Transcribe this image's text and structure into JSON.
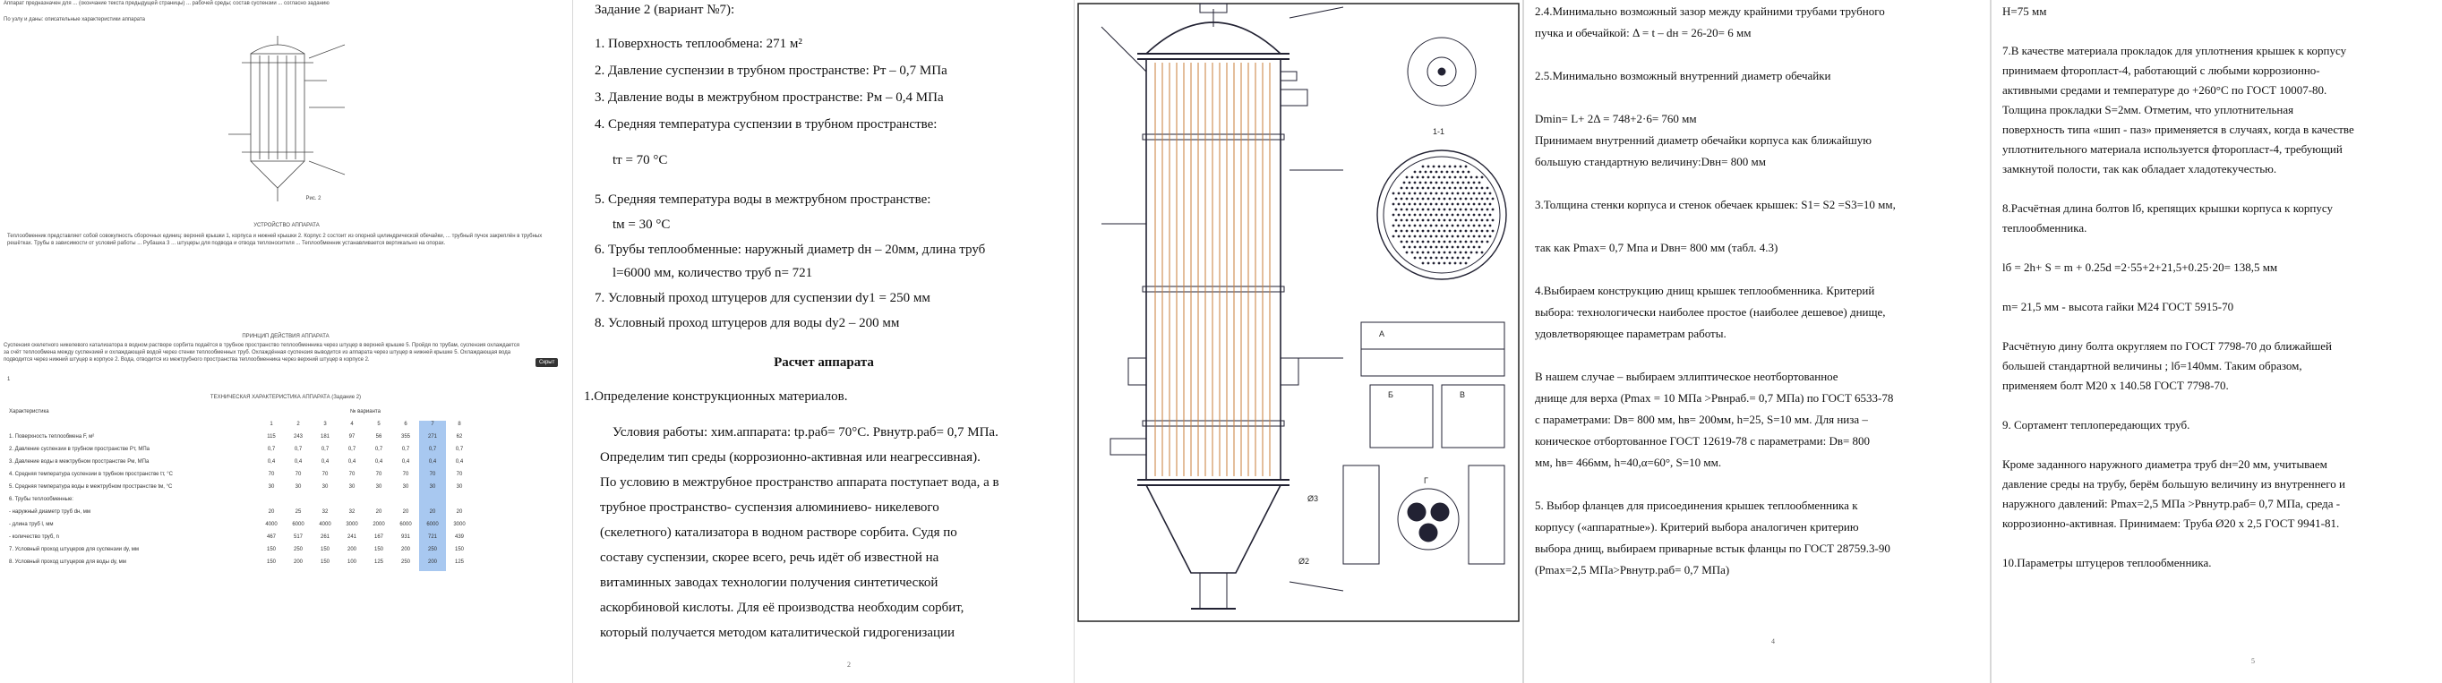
{
  "page1": {
    "top_text": "Аппарат предназначен для ... (окончание текста предыдущей страницы) ... рабочей среды; состав суспензии ... согласно заданию",
    "small_heading": "По узлу и даны: описательные характеристики аппарата",
    "fig_caption": "Рис. 2",
    "fig_title": "УСТРОЙСТВО АППАРАТА",
    "description": "Теплообменник представляет собой совокупность сборочных единиц: верхней крышки 1, корпуса и нижней крышки 2. Корпус 2 состоит из опорной цилиндрической обечайки, ... трубный пучок закреплён в трубных решётках. Трубы в зависимости от условий работы ... Рубашка 3 ... штуцеры для подвода и отвода теплоносителя ... Теплообменник устанавливается вертикально на опорах.",
    "principle_title": "ПРИНЦИП ДЕЙСТВИЯ АППАРАТА",
    "principle_text": "Суспензия скелетного никелевого катализатора в водном растворе сорбита подаётся в трубное пространство теплообменника через штуцер в верхней крышке 5. Пройдя по трубам, суспензия охлаждается за счёт теплообмена между суспензией и охлаждающей водой через стенки теплообменных труб. Охлаждённая суспензия выводится из аппарата через штуцер в нижней крышке 5. Охлаждающая вода подводится через нижний штуцер в корпусе 2. Вода, отводится из межтрубного пространства теплообменника через верхний штуцер в корпусе 2.",
    "tooltip": "Скрыт",
    "page_number": "1",
    "table_title": "ТЕХНИЧЕСКАЯ ХАРАКТЕРИСТИКА АППАРАТА (Задание 2)",
    "table_header_left": "Характеристика",
    "table_header_right": "№ варианта",
    "variants": [
      "1",
      "2",
      "3",
      "4",
      "5",
      "6",
      "7",
      "8"
    ],
    "rows": [
      {
        "label": "1. Поверхность теплообмена F, м²",
        "values": [
          "115",
          "243",
          "181",
          "97",
          "56",
          "355",
          "271",
          "62"
        ]
      },
      {
        "label": "2. Давление суспензии в трубном пространстве Pт, МПа",
        "values": [
          "0,7",
          "0,7",
          "0,7",
          "0,7",
          "0,7",
          "0,7",
          "0,7",
          "0,7"
        ]
      },
      {
        "label": "3. Давление воды в межтрубном пространстве Pм, МПа",
        "values": [
          "0,4",
          "0,4",
          "0,4",
          "0,4",
          "0,4",
          "0,4",
          "0,4",
          "0,4"
        ]
      },
      {
        "label": "4. Средняя температура суспензии в трубном пространстве tт, °С",
        "values": [
          "70",
          "70",
          "70",
          "70",
          "70",
          "70",
          "70",
          "70"
        ]
      },
      {
        "label": "5. Средняя температура воды в межтрубном пространстве tм, °С",
        "values": [
          "30",
          "30",
          "30",
          "30",
          "30",
          "30",
          "30",
          "30"
        ]
      },
      {
        "label": "6. Трубы теплообменные:",
        "values": [
          "",
          "",
          "",
          "",
          "",
          "",
          "",
          ""
        ]
      },
      {
        "label": "- наружный диаметр труб dн, мм",
        "values": [
          "20",
          "25",
          "32",
          "32",
          "20",
          "20",
          "20",
          "20"
        ]
      },
      {
        "label": "- длина труб l, мм",
        "values": [
          "4000",
          "6000",
          "4000",
          "3000",
          "2000",
          "6000",
          "6000",
          "3000"
        ]
      },
      {
        "label": "- количество труб, n",
        "values": [
          "467",
          "517",
          "261",
          "241",
          "167",
          "931",
          "721",
          "439"
        ]
      },
      {
        "label": "7. Условный проход штуцеров для суспензии dу, мм",
        "values": [
          "150",
          "250",
          "150",
          "200",
          "150",
          "200",
          "250",
          "150"
        ]
      },
      {
        "label": "8. Условный проход штуцеров для воды dу, мм",
        "values": [
          "150",
          "200",
          "150",
          "100",
          "125",
          "250",
          "200",
          "125"
        ]
      }
    ]
  },
  "page2": {
    "task_title": "Задание 2 (вариант №7):",
    "items": [
      "1.  Поверхность теплообмена: 271 м²",
      "2.  Давление суспензии в трубном пространстве: Pт – 0,7 МПа",
      "3.  Давление воды в межтрубном пространстве: Pм – 0,4 МПа",
      "4.  Средняя температура суспензии в трубном пространстве:",
      "tт = 70 °С",
      "5.  Средняя температура воды в межтрубном пространстве:",
      "tм = 30 °С",
      "6.  Трубы теплообменные: наружный диаметр dн – 20мм, длина труб",
      "l=6000 мм, количество труб n= 721",
      "7.  Условный проход штуцеров для суспензии  dу1 = 250 мм",
      "8.  Условный проход штуцеров для воды dу2 – 200 мм"
    ],
    "calc_title": "Расчет аппарата",
    "section1": "1.Определение конструкционных материалов.",
    "para": [
      "Условия работы: хим.аппарата:  tр.раб= 70°С. Pвнутр.раб= 0,7 МПа.",
      "Определим тип среды (коррозионно-активная или неагрессивная).",
      "По условию в межтрубное пространство аппарата поступает вода, а в",
      "трубное пространство- суспензия алюминиево- никелевого",
      "(скелетного) катализатора в водном растворе сорбита. Судя по",
      "составу суспензии, скорее всего, речь идёт об известной на",
      "витаминных заводах  технологии  получения синтетической",
      "аскорбиновой кислоты. Для её производства необходим сорбит,",
      "который получается методом каталитической гидрогенизации"
    ],
    "page_number": "2"
  },
  "page3": {
    "labels": [
      "1-1",
      "Ø2",
      "Ø3",
      "А",
      "Б",
      "В",
      "Г"
    ]
  },
  "page4": {
    "lines": [
      "2.4.Минимально возможный зазор между крайними трубами трубного",
      "       пучка и обечайкой: Δ = t – dн = 26-20= 6 мм",
      "",
      "2.5.Минимально возможный внутренний диаметр обечайки",
      "",
      "       Dmin= L+ 2Δ = 748+2·6= 760 мм",
      "       Принимаем внутренний диаметр обечайки корпуса как ближайшую",
      "       большую стандартную величину:Dвн= 800 мм",
      "",
      "3.Толщина стенки корпуса и стенок обечаек крышек: S1= S2 =S3=10 мм,",
      "",
      "     так как  Pmax= 0,7 Мпа и Dвн= 800 мм (табл. 4.3)",
      "",
      "4.Выбираем конструкцию днищ крышек теплообменника. Критерий",
      "выбора: технологически наиболее простое (наиболее дешевое) днище,",
      "удовлетворяющее параметрам работы.",
      "",
      "       В нашем случае – выбираем эллиптическое неотбортованное",
      "днище для верха (Pmax = 10 МПа >Pвнраб.= 0,7 МПа) по ГОСТ 6533-78",
      "с параметрами:  Dв= 800 мм, hв= 200мм, h=25, S=10 мм.  Для низа –",
      "коническое отбортованное  ГОСТ 12619-78 с параметрами: Dв= 800",
      "мм, hв= 466мм, h=40,α=60°, S=10 мм.",
      "",
      "5. Выбор фланцев для присоединения крышек теплообменника к",
      "корпусу («аппаратные»). Критерий выбора аналогичен критерию",
      "выбора днищ, выбираем приварные встык фланцы по ГОСТ 28759.3-90",
      "(Pmax=2,5 МПа>Pвнутр.раб= 0,7 МПа)"
    ],
    "page_number": "4"
  },
  "page5": {
    "lines": [
      "     H=75 мм",
      "",
      "7.В качестве материала прокладок для уплотнения крышек к корпусу",
      "   принимаем фторопласт-4, работающий с любыми коррозионно-",
      "   активными средами  и температуре до +260°С по ГОСТ 10007-80.",
      "   Толщина прокладки S=2мм. Отметим, что уплотнительная",
      "   поверхность типа «шип - паз» применяется  в случаях, когда в качестве",
      "   уплотнительного материала используется фторопласт-4, требующий",
      "   замкнутой полости, так как обладает хладотекучестью.",
      "",
      "8.Расчётная длина болтов lб, крепящих крышки корпуса к корпусу",
      "   теплообменника.",
      "",
      "   lб = 2h+ S = m + 0.25d =2·55+2+21,5+0.25·20= 138,5 мм",
      "",
      "   m= 21,5 мм  - высота гайки М24 ГОСТ 5915-70",
      "",
      "   Расчётную дину болта округляем по ГОСТ 7798-70 до ближайшей",
      "   большей стандартной величины ; lб=140мм. Таким образом,",
      "   применяем болт М20 х 140.58 ГОСТ 7798-70.",
      "",
      "9. Сортамент теплопередающих труб.",
      "",
      "          Кроме заданного наружного диаметра труб dн=20 мм, учитываем",
      "   давление среды на трубу, берём большую величину из внутреннего и",
      "   наружного давлений: Pmax=2,5 МПа >Pвнутр.раб= 0,7 МПа, среда -",
      "   коррозионно-активная. Принимаем: Труба Ø20 х 2,5 ГОСТ 9941-81.",
      "",
      "10.Параметры штуцеров теплообменника."
    ],
    "page_number": "5"
  }
}
